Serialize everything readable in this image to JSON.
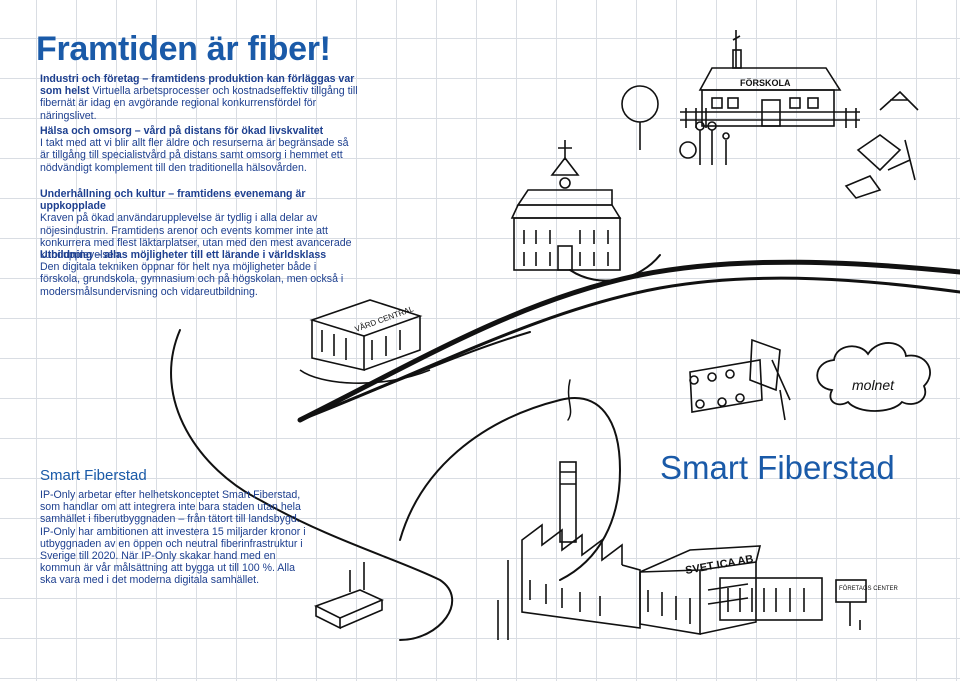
{
  "title": "Framtiden är fiber!",
  "intro": {
    "lead": "Industri och företag – framtidens produktion kan förläggas var som helst",
    "body": "Virtuella arbetsprocesser och kostnadseffektiv tillgång till fibernät är idag en avgörande regional konkurrensfördel för näringslivet."
  },
  "sections": [
    {
      "heading": "Hälsa och omsorg – vård på distans för ökad livskvalitet",
      "body": "I takt med att vi blir allt fler äldre och resurserna är begränsade så är tillgång till specialistvård på distans samt omsorg i hemmet ett nödvändigt komplement till den traditionella hälsovården."
    },
    {
      "heading": "Underhållning och kultur – framtidens evenemang är uppkopplade",
      "body": "Kraven på ökad användarupplevelse är tydlig i alla delar av nöjesindustrin. Framtidens arenor och events kommer inte att konkurrera med flest läktarplatser, utan med den mest avancerade kundupplevelsen."
    },
    {
      "heading": "Utbildning – allas möjligheter till ett lärande i världsklass",
      "body": "Den digitala tekniken öppnar för helt nya möjligheter både i förskola, grundskola, gymnasium och på högskolan, men också i modersmålsundervisning och vidareutbildning."
    }
  ],
  "smart": {
    "heading": "Smart Fiberstad",
    "body": "IP-Only arbetar efter helhetskonceptet Smart Fiberstad, som handlar om att integrera inte bara staden utan hela samhället i fiberutbyggnaden – från tätort till landsbygd. IP-Only har ambitionen att investera 15 miljarder kronor i utbyggnaden av en öppen och neutral fiberinfrastruktur i Sverige till 2020. När IP-Only skakar hand med en kommun är vår målsättning att bygga ut till 100 %. Alla ska vara med i det moderna digitala samhället.",
    "big_title": "Smart Fiberstad"
  },
  "sketch_labels": {
    "forskola": "FÖRSKOLA",
    "vardcentral": "VÅRD CENTRAL",
    "molnet": "molnet",
    "ica": "SVET ICA AB",
    "foretagscenter": "FÖRETAGS CENTER"
  },
  "colors": {
    "title_blue": "#1a5aa8",
    "text_blue": "#1d3f8f",
    "grid": "#d9dde3",
    "ink": "#111111"
  }
}
